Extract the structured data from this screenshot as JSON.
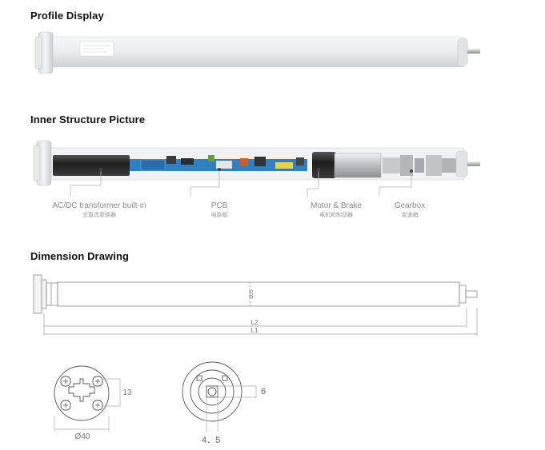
{
  "sections": {
    "profile_title": "Profile Display",
    "inner_title": "Inner Structure Picture",
    "dimension_title": "Dimension Drawing"
  },
  "inner_parts": [
    {
      "en": "AC/DC transformer built-in",
      "zh": "交直流变换器"
    },
    {
      "en": "PCB",
      "zh": "电路板"
    },
    {
      "en": "Motor & Brake",
      "zh": "电机和制动器"
    },
    {
      "en": "Gearbox",
      "zh": "变速箱"
    }
  ],
  "dimensions": {
    "diameter_tube": "Ø25",
    "L2": "L2",
    "L1": "L1",
    "head_height": "13",
    "head_diameter": "Ø40",
    "shaft_flat": "6",
    "shaft_depth": "4．5"
  },
  "colors": {
    "tube": "#e9ebec",
    "outline": "#9a9a9a",
    "motor": "#2a2a2a",
    "pcb": "#2f7fc1",
    "leader": "#b5b5b5"
  }
}
